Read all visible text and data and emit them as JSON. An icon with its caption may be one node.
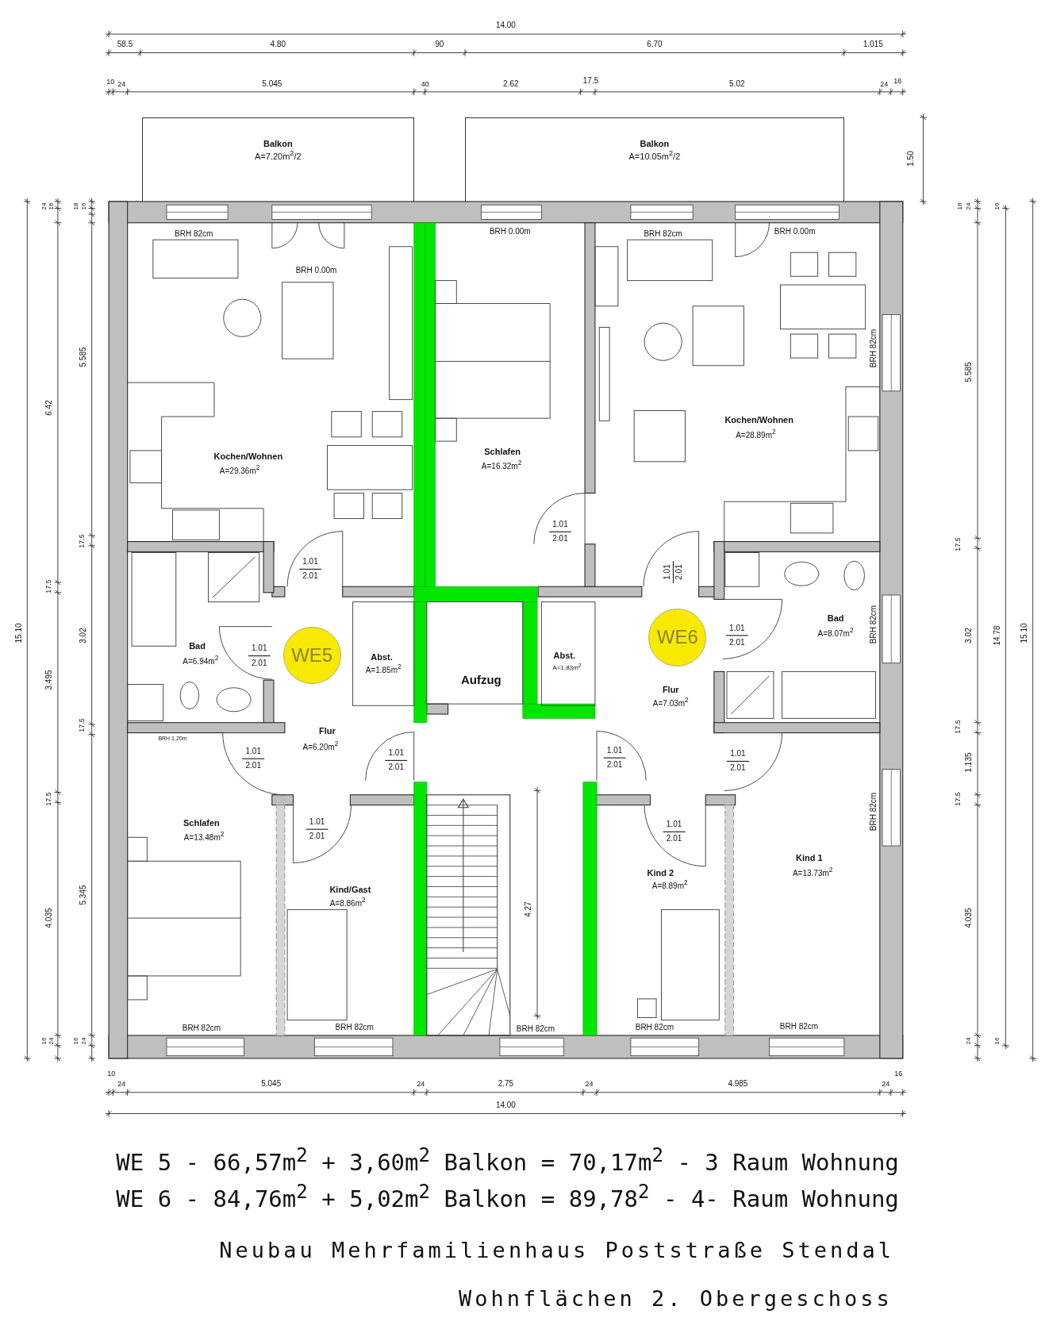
{
  "diagram": {
    "nodes": [
      {
        "text": [
          "Balkon",
          "A=7.20m$^{2}$/2"
        ]
      },
      {
        "text": [
          "Balkon",
          "A=10.05m$^{2}$/2"
        ]
      },
      {
        "text": [
          "WE5"
        ]
      },
      {
        "text": [
          "WE6"
        ]
      }
    ],
    "labels": [
      "14.00",
      "58.5",
      "4.80",
      "90",
      "6.70",
      "1.015",
      "10",
      "24",
      "5.045",
      "40",
      "2.62",
      "17.5",
      "5.02",
      "24",
      "16",
      "1.50",
      "BRH 82cm",
      "BRH 0.00m",
      "BRH 0.00m",
      "BRH 82cm",
      "BRH 0.00m",
      "15.10",
      "24",
      "16",
      "6.42",
      "17.5",
      "3.495",
      "17.5",
      "4.035",
      "16",
      "24",
      "18",
      "16",
      "5.585",
      "17.5",
      "3.02",
      "17.5",
      "5.345",
      "16",
      "24",
      "16",
      "24",
      "16",
      "5.585",
      "17.5",
      "3.02",
      "14.78",
      "15.10",
      "17.5",
      "1.135",
      "17.5",
      "4.035",
      "24",
      "16",
      "Kochen/Wohnen",
      "A=29.36m$^{2}$",
      "Schlafen",
      "A=16.32m$^{2}$",
      "Kochen/Wohnen",
      "A=28.89m$^{2}$",
      "BRH 82cm",
      "1.01",
      "2.01",
      "1.01",
      "2.01",
      "1.01",
      "2.01",
      "Bad",
      "A=6.94m$^{2}$",
      "1.01",
      "2.01",
      "Abst.",
      "A=1.85m$^{2}$",
      "Aufzug",
      "Abst.",
      "A=1.83m$^{2}$",
      "1.01",
      "2.01",
      "Bad",
      "A=8.07m$^{2}$",
      "BRH 82cm",
      "Flur",
      "A=7.03m$^{2}$",
      "Flur",
      "A=6.20m$^{2}$",
      "BRH 1,20m",
      "1.01",
      "2.01",
      "1.01",
      "2.01",
      "1.01",
      "2.01",
      "1.01",
      "2.01",
      "BRH 82cm",
      "Schlafen",
      "A=13.48m$^{2}$",
      "1.01",
      "2.01",
      "1.01",
      "2.01",
      "Kind 1",
      "Kind 2",
      "A=13.73m$^{2}$",
      "Kind/Gast",
      "A=8.89m$^{2}$",
      "A=8.86m$^{2}$",
      "4.27",
      "BRH 82cm",
      "BRH 82cm",
      "BRH 82cm",
      "BRH 82cm",
      "BRH 82cm",
      "10",
      "24",
      "5.045",
      "24",
      "2.75",
      "24",
      "4.985",
      "24",
      "16",
      "14.00",
      "WE 5 - 66,57m$^{2}$ + 3,60m$^{2}$ Balkon = 70,17m$^{2}$ - 3 Raum Wohnung",
      "WE 6 - 84,76m$^{2}$ + 5,02m$^{2}$ Balkon = 89,78$^{2}$ - 4- Raum Wohnung",
      "Neubau Mehrfamilienhaus Poststraße Stendal",
      "Wohnflächen 2. Obergeschoss"
    ]
  }
}
